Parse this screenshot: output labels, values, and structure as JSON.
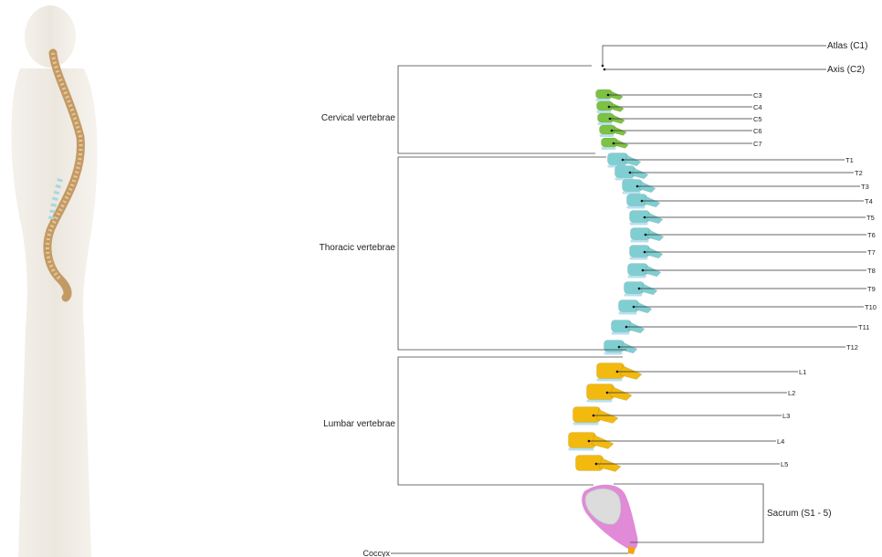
{
  "regions": {
    "cervical": "Cervical vertebrae",
    "thoracic": "Thoracic vertebrae",
    "lumbar": "Lumbar vertebrae"
  },
  "labels": {
    "atlas": "Atlas (C1)",
    "axis": "Axis (C2)",
    "sacrum": "Sacrum (S1 - 5)",
    "coccyx": "Coccyx"
  },
  "vertebrae": {
    "cervical": [
      "C3",
      "C4",
      "C5",
      "C6",
      "C7"
    ],
    "thoracic": [
      "T1",
      "T2",
      "T3",
      "T4",
      "T5",
      "T6",
      "T7",
      "T8",
      "T9",
      "T10",
      "T11",
      "T12"
    ],
    "lumbar": [
      "L1",
      "L2",
      "L3",
      "L4",
      "L5"
    ]
  },
  "colors": {
    "cervical": "#7dc242",
    "thoracic": "#7fcfd2",
    "lumbar": "#f2b90f",
    "sacrum": "#e08ad8",
    "sacrum_light": "#dcdcdc",
    "disc": "#b8e0ee",
    "leader": "#333333",
    "silhouette": "#eeeae2",
    "spine_thumb": "#c8a070"
  }
}
